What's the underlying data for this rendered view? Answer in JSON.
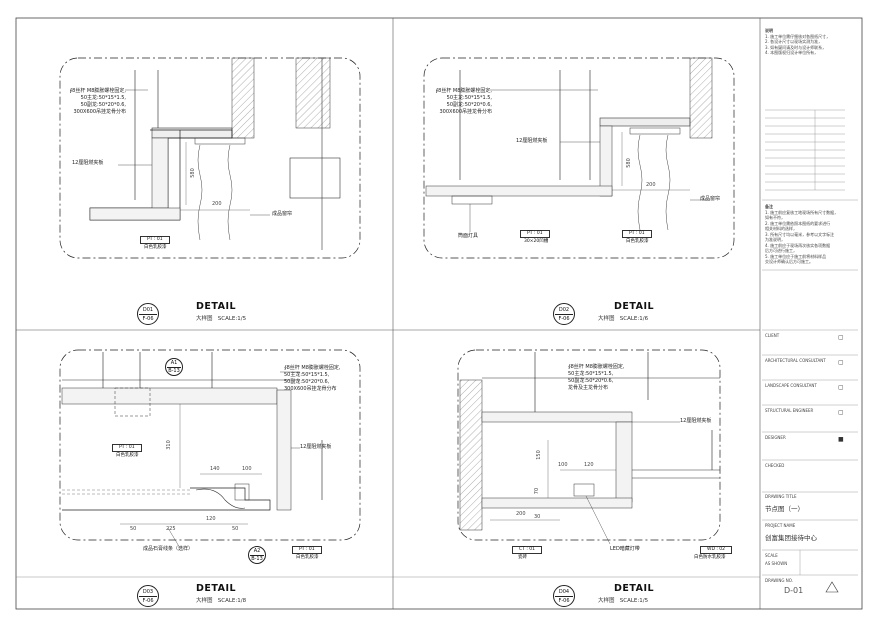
{
  "details": [
    {
      "id": "d01",
      "num": "D01",
      "sheet": "F-06",
      "title": "DETAIL",
      "subtitle": "大样图",
      "scale": "SCALE:1/5",
      "labels": {
        "spec": [
          "∮8丝杆 M8膨胀螺栓固定,",
          "50主龙:50*15*1.5,",
          "50副龙:50*20*0.6,",
          "300X600吊挂龙骨分布"
        ],
        "board": "12厘阻燃夹板",
        "curtain": "成品窗帘"
      },
      "tags": [
        {
          "code": "PT : 01",
          "desc": "白色乳胶漆"
        }
      ],
      "dims": [
        "580",
        "200"
      ]
    },
    {
      "id": "d02",
      "num": "D02",
      "sheet": "F-06",
      "title": "DETAIL",
      "subtitle": "大样图",
      "scale": "SCALE:1/6",
      "labels": {
        "spec": [
          "∮8丝杆 M8膨胀螺栓固定,",
          "50主龙:50*15*1.5,",
          "50副龙:50*20*0.6,",
          "300X600吊挂龙骨分布"
        ],
        "board": "12厘阻燃夹板",
        "curtain": "成品窗帘",
        "light": "筒面灯具"
      },
      "tags": [
        {
          "code": "PT : 01",
          "desc": "30×20凹槽"
        },
        {
          "code": "PT : 01",
          "desc": "白色乳胶漆"
        }
      ],
      "dims": [
        "580",
        "200"
      ]
    },
    {
      "id": "d03",
      "num": "D03",
      "sheet": "F-06",
      "title": "DETAIL",
      "subtitle": "大样图",
      "scale": "SCALE:1/8",
      "labels": {
        "spec": [
          "∮8丝杆 M8膨胀螺栓固定,",
          "50主龙:50*15*1.5,",
          "50副龙:50*20*0.6,",
          "300X600吊挂龙骨分布"
        ],
        "board": "12厘阻燃夹板",
        "stone": "成品石膏线条（选样）"
      },
      "tags": [
        {
          "code": "PT : 01",
          "desc": "白色乳胶漆"
        },
        {
          "code": "PT : 01",
          "desc": "白色乳胶漆"
        }
      ],
      "bubbles": [
        {
          "t": "A1",
          "b": "B-13"
        },
        {
          "t": "A2",
          "b": "B-13"
        }
      ],
      "dims": [
        "310",
        "140",
        "100",
        "120",
        "50",
        "225",
        "50"
      ]
    },
    {
      "id": "d04",
      "num": "D04",
      "sheet": "F-06",
      "title": "DETAIL",
      "subtitle": "大样图",
      "scale": "SCALE:1/5",
      "labels": {
        "spec": [
          "∮8丝杆 M8膨胀螺栓固定,",
          "50主龙:50*15*1.5,",
          "50副龙:50*20*0.6,",
          "龙骨及主龙骨分布"
        ],
        "board": "12厘阻燃夹板",
        "led": "LED暗藏灯带"
      },
      "tags": [
        {
          "code": "CT : 01",
          "desc": "瓷砖"
        },
        {
          "code": "WD : 02",
          "desc": "白色防水乳胶漆"
        }
      ],
      "dims": [
        "150",
        "100",
        "120",
        "70",
        "30",
        "200"
      ]
    }
  ],
  "titleblock": {
    "notes_heading": "说明",
    "notes": [
      "1. 施工单位需仔细核对各图纸尺寸，",
      "2. 各设计尺寸以现场实测为准，",
      "3. 如有疑问请及时与设计师联系，",
      "4. 本图版权归设计单位所有，"
    ],
    "remarks_heading": "备注",
    "remarks": [
      "1. 施工前应复核工地现场所有尺寸数据，",
      "   如有不符，",
      "2. 施工单位需依照本图纸的要求进行",
      "   相关材料的选样，",
      "3. 所有尺寸均以毫米，参考以文字标注",
      "   为准说明，",
      "4. 施工前应于现场再次核实各项数据",
      "   后方可进行施工，",
      "5. 施工单位应于施工前将材料样品",
      "   交设计师确认后方可施工。"
    ],
    "fields": [
      "CLIENT",
      "ARCHITECTURAL CONSULTANT",
      "LANDSCAPE CONSULTANT",
      "STRUCTURAL ENGINEER",
      "DESIGNER",
      "CHECKED"
    ],
    "drawing_title_label": "DRAWING TITLE",
    "drawing_title": "节点图（一）",
    "project_label": "PROJECT NAME",
    "project": "创富集团接待中心",
    "scale_label": "SCALE",
    "scale": "AS SHOWN",
    "sheet_no_label": "DRAWING NO.",
    "sheet_no": "D-01"
  }
}
